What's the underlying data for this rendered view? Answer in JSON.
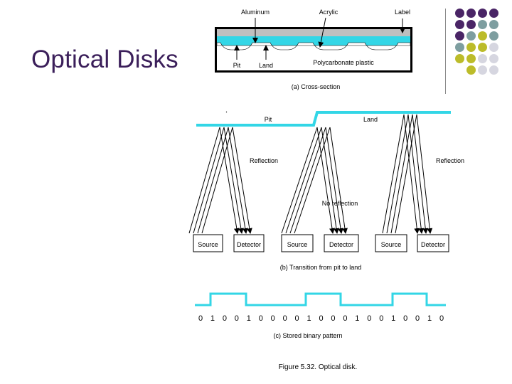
{
  "slide": {
    "title": "Optical Disks",
    "colors": {
      "title": "#3b1f5a",
      "purple": "#4a2566",
      "teal": "#7e9ea0",
      "olive": "#bcbc2a",
      "grey": "#d6d6e0",
      "cyan": "#33d6e6"
    },
    "dot_grid": [
      [
        "purple",
        "purple",
        "purple",
        "purple"
      ],
      [
        "purple",
        "purple",
        "teal",
        "teal"
      ],
      [
        "purple",
        "teal",
        "olive",
        "teal"
      ],
      [
        "teal",
        "olive",
        "olive",
        "grey"
      ],
      [
        "olive",
        "olive",
        "grey",
        "grey"
      ],
      [
        "",
        "olive",
        "grey",
        "grey"
      ]
    ]
  },
  "cross_section": {
    "label_aluminum": "Aluminum",
    "label_acrylic": "Acrylic",
    "label_label": "Label",
    "label_pit": "Pit",
    "label_land": "Land",
    "label_polycarbonate": "Polycarbonate plastic",
    "caption": "(a) Cross-section"
  },
  "transition": {
    "label_pit": "Pit",
    "label_land": "Land",
    "label_reflection_left": "Reflection",
    "label_reflection_right": "Reflection",
    "label_no_reflection": "No reflection",
    "labels_bottom": [
      "Source",
      "Detector",
      "Source",
      "Detector",
      "Source",
      "Detector"
    ],
    "caption": "(b) Transition from pit to land"
  },
  "binary": {
    "bits": [
      "0",
      "1",
      "0",
      "0",
      "1",
      "0",
      "0",
      "0",
      "0",
      "1",
      "0",
      "0",
      "0",
      "1",
      "0",
      "0",
      "1",
      "0",
      "0",
      "1",
      "0"
    ],
    "caption": "(c) Stored binary pattern"
  },
  "figure_caption": "Figure 5.32. Optical disk."
}
